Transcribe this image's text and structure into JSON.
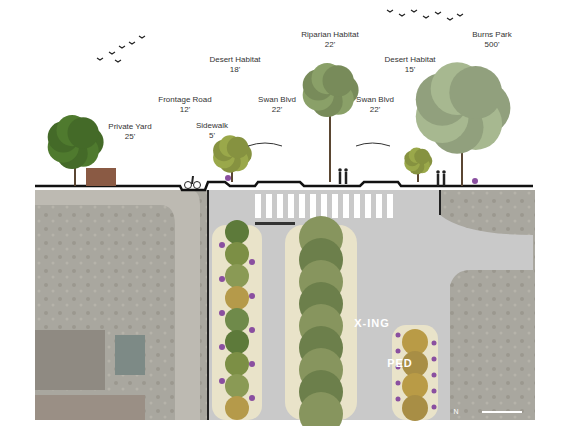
{
  "diagram": {
    "labels": [
      "Private Yard",
      "25'",
      "Frontage Road",
      "12'",
      "Sidewalk",
      "5'",
      "Desert Habitat",
      "18'",
      "Swan Blvd",
      "22'",
      "Riparian Habitat",
      "22'",
      "Swan Blvd",
      "22'",
      "Desert Habitat",
      "15'",
      "Burns Park",
      "500'",
      "X-ING",
      "PED",
      "N"
    ]
  }
}
